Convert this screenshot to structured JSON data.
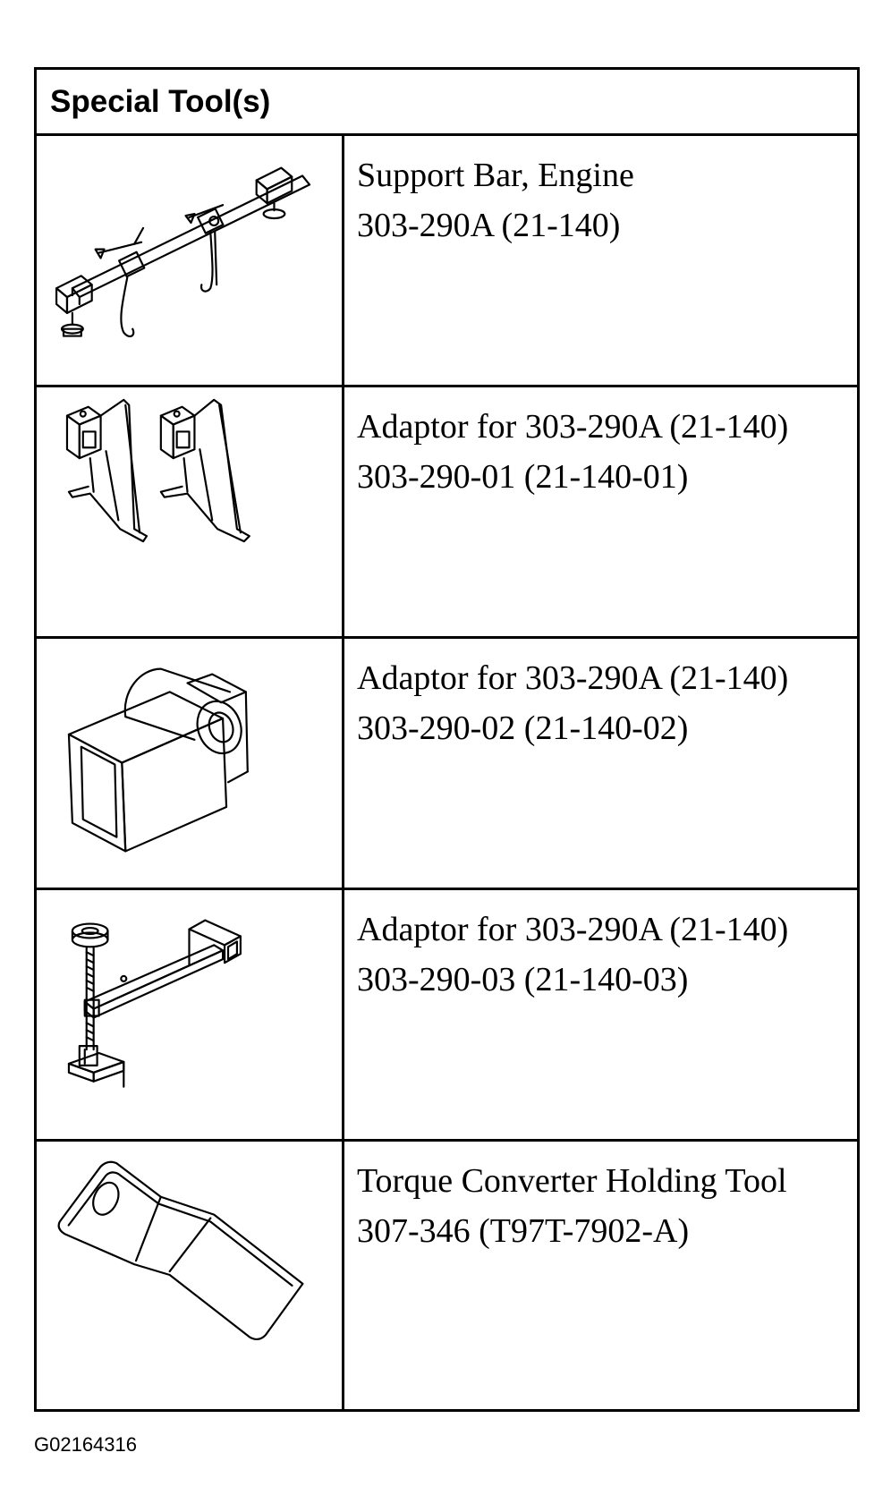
{
  "table": {
    "header": "Special Tool(s)",
    "rows": [
      {
        "name": "Support Bar, Engine",
        "number": "303-290A (21-140)",
        "icon": "engine-support-bar-icon"
      },
      {
        "name": "Adaptor for 303-290A (21-140)",
        "number": "303-290-01 (21-140-01)",
        "icon": "adaptor-feet-icon"
      },
      {
        "name": "Adaptor for 303-290A (21-140)",
        "number": "303-290-02 (21-140-02)",
        "icon": "adaptor-block-icon"
      },
      {
        "name": "Adaptor for 303-290A (21-140)",
        "number": "303-290-03 (21-140-03)",
        "icon": "adaptor-screw-arm-icon"
      },
      {
        "name": "Torque Converter Holding Tool",
        "number": "307-346 (T97T-7902-A)",
        "icon": "holding-tool-icon"
      }
    ]
  },
  "figure_id": "G02164316"
}
